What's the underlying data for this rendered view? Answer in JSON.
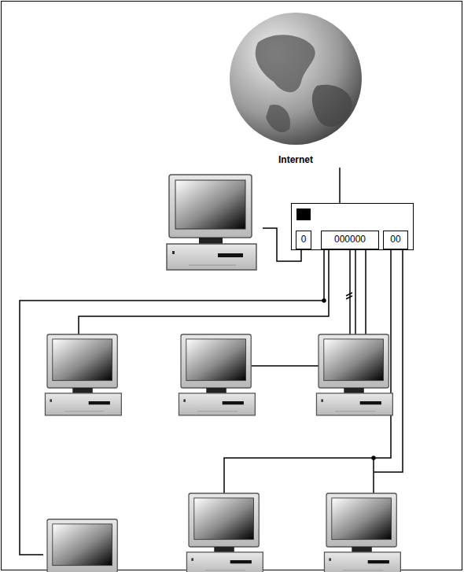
{
  "diagram": {
    "nodes": [
      {
        "text": [
          "Internet"
        ]
      },
      {
        "text": [
          "0",
          "000000",
          "00"
        ]
      }
    ],
    "edges": [
      {
        "from": 0,
        "to": 1,
        "arrow": "none"
      }
    ]
  }
}
